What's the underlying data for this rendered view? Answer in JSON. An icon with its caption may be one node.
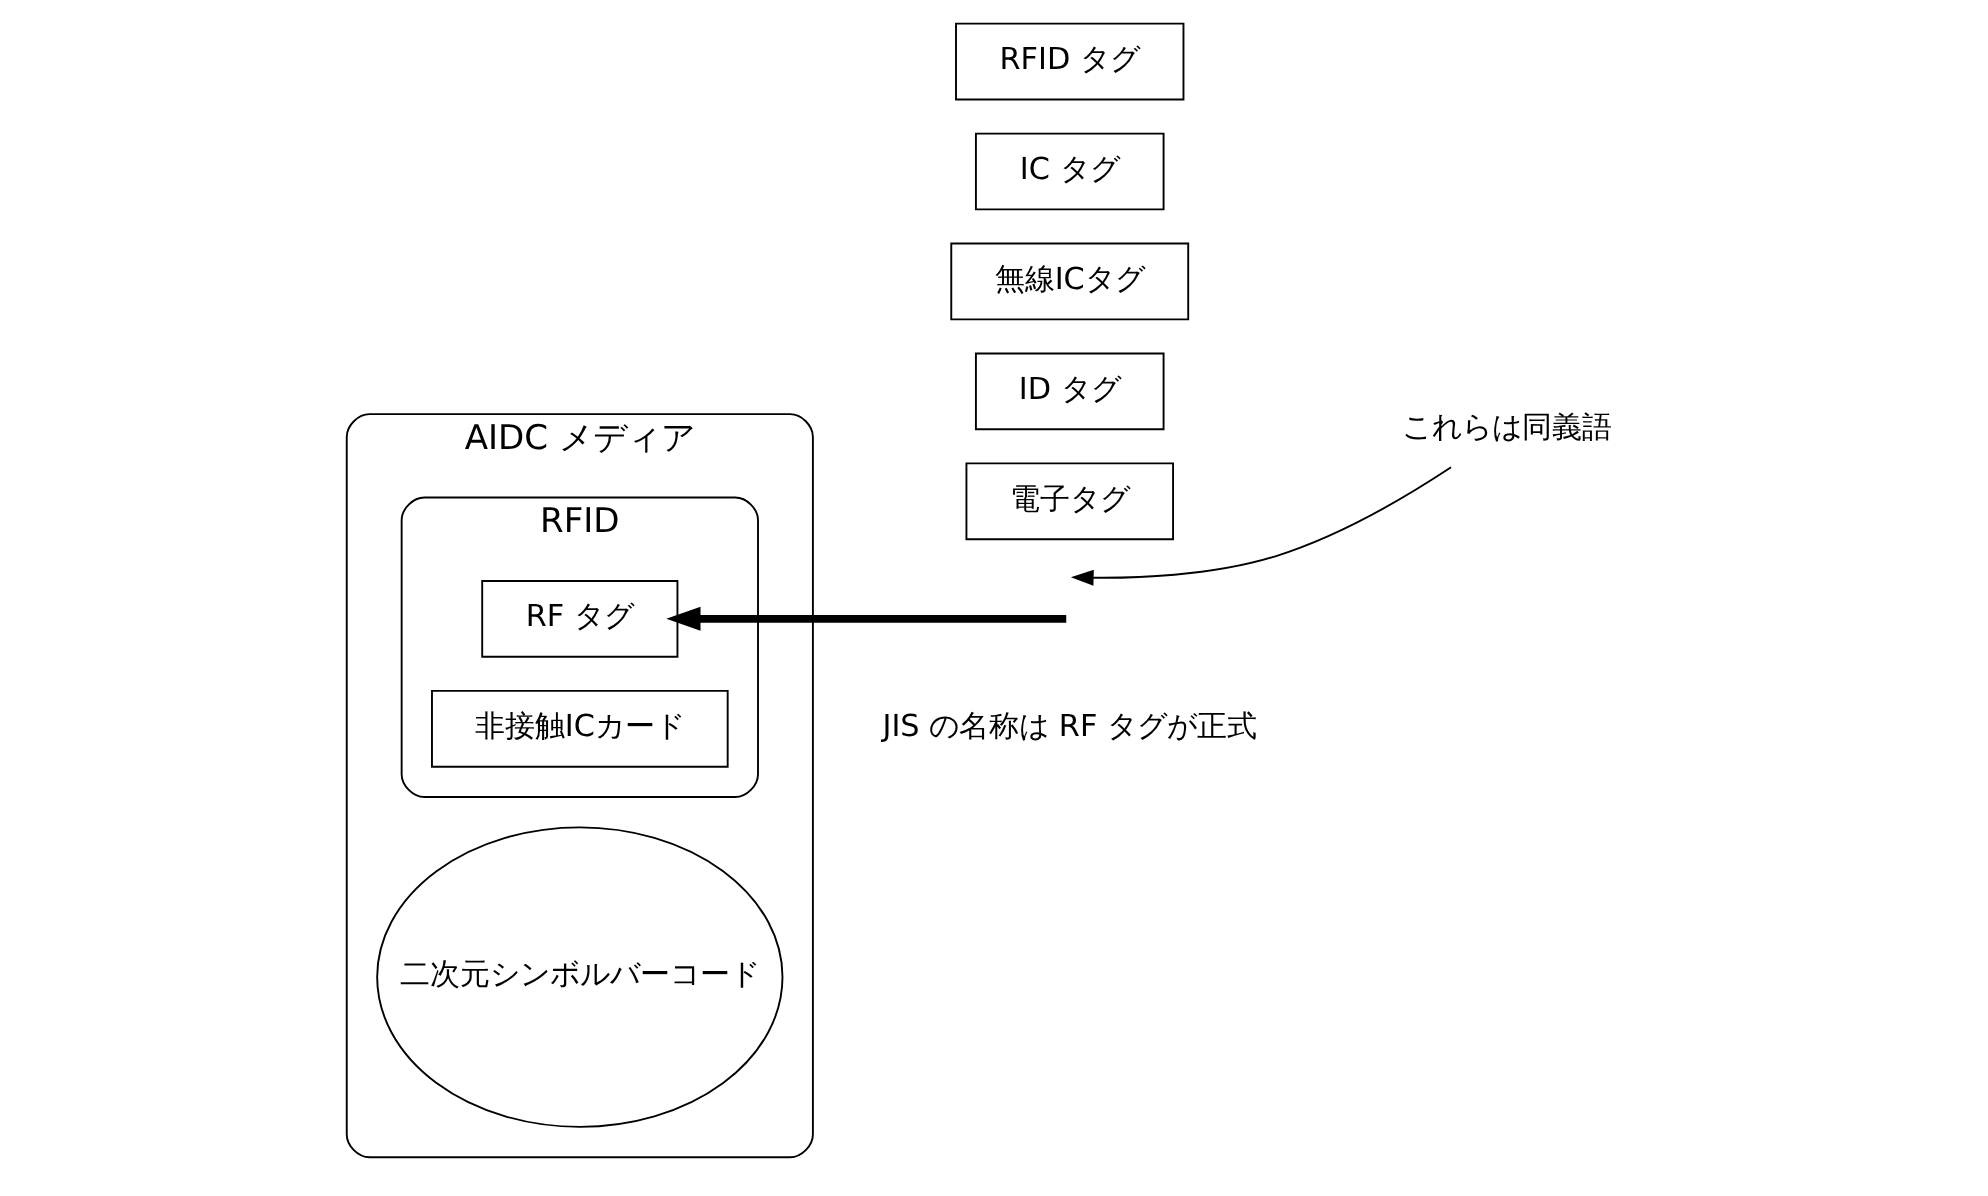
{
  "diagram": {
    "nodes": [
      {
        "text": [
          "AIDC メディア"
        ]
      },
      {
        "text": [
          "二次元シンボルバーコード"
        ],
        "in": 0
      },
      {
        "text": [
          "RFID"
        ],
        "in": 0
      },
      {
        "text": [
          "RF タグ"
        ],
        "in": 2
      },
      {
        "text": [
          "非接触ICカード"
        ],
        "in": 2
      },
      {
        "text": [
          "RFID タグ"
        ]
      },
      {
        "text": [
          "IC タグ"
        ]
      },
      {
        "text": [
          "無線ICタグ"
        ]
      },
      {
        "text": [
          "ID タグ"
        ]
      },
      {
        "text": [
          "電子タグ"
        ]
      },
      {
        "text": [
          "これらは同義語"
        ]
      }
    ],
    "edges": [
      {
        "from": null,
        "to": 3,
        "arrow": "to",
        "style": "thick"
      },
      {
        "from": 10,
        "to": null,
        "arrow": "to"
      }
    ],
    "labels": [
      "JIS の名称は RF タグが正式"
    ]
  }
}
